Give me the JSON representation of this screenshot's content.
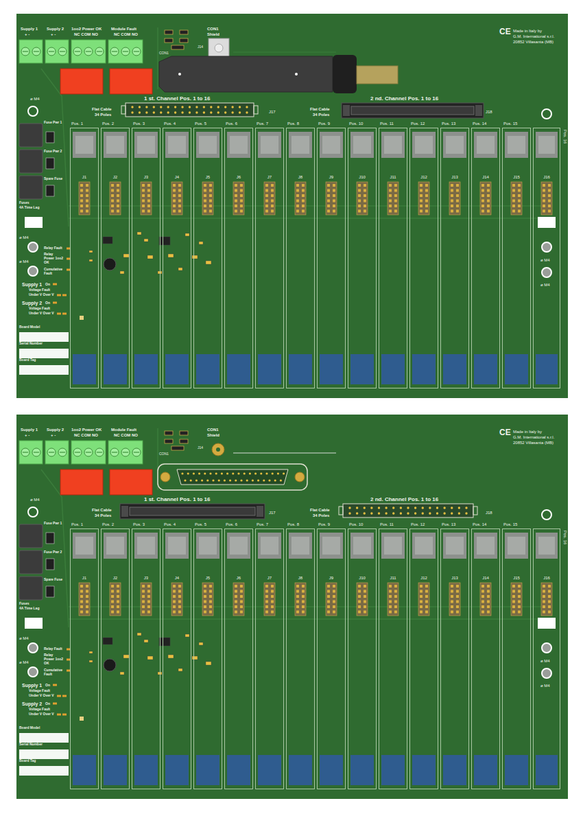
{
  "diagram": {
    "nodes": [
      {
        "text": [
          "Pos. 1",
          "J1"
        ]
      },
      {
        "text": [
          "Pos. 2",
          "J2"
        ]
      },
      {
        "text": [
          "Pos. 3",
          "J3"
        ]
      },
      {
        "text": [
          "Pos. 4",
          "J4"
        ]
      },
      {
        "text": [
          "Pos. 5",
          "J5"
        ]
      },
      {
        "text": [
          "Pos. 6",
          "J6"
        ]
      },
      {
        "text": [
          "Pos. 7",
          "J7"
        ]
      },
      {
        "text": [
          "Pos. 8",
          "J8"
        ]
      },
      {
        "text": [
          "Pos. 9",
          "J9"
        ]
      },
      {
        "text": [
          "Pos. 10",
          "J10"
        ]
      },
      {
        "text": [
          "Pos. 11",
          "J11"
        ]
      },
      {
        "text": [
          "Pos. 12",
          "J12"
        ]
      },
      {
        "text": [
          "Pos. 13",
          "J13"
        ]
      },
      {
        "text": [
          "Pos. 14",
          "J14"
        ]
      },
      {
        "text": [
          "Pos. 15",
          "J15"
        ]
      },
      {
        "text": [
          "Pos. 16",
          "J16"
        ]
      },
      {
        "text": [
          "Pos. 1",
          "J1"
        ]
      },
      {
        "text": [
          "Pos. 2",
          "J2"
        ]
      },
      {
        "text": [
          "Pos. 3",
          "J3"
        ]
      },
      {
        "text": [
          "Pos. 4",
          "J4"
        ]
      },
      {
        "text": [
          "Pos. 5",
          "J5"
        ]
      },
      {
        "text": [
          "Pos. 6",
          "J6"
        ]
      },
      {
        "text": [
          "Pos. 7",
          "J7"
        ]
      },
      {
        "text": [
          "Pos. 8",
          "J8"
        ]
      },
      {
        "text": [
          "Pos. 9",
          "J9"
        ]
      },
      {
        "text": [
          "Pos. 10",
          "J10"
        ]
      },
      {
        "text": [
          "Pos. 11",
          "J11"
        ]
      },
      {
        "text": [
          "Pos. 12",
          "J12"
        ]
      },
      {
        "text": [
          "Pos. 13",
          "J13"
        ]
      },
      {
        "text": [
          "Pos. 14",
          "J14"
        ]
      },
      {
        "text": [
          "Pos. 15",
          "J15"
        ]
      },
      {
        "text": [
          "Pos. 16",
          "J16"
        ]
      }
    ],
    "labels": [
      "Supply 1",
      "+ -",
      "Supply 2",
      "+ -",
      "1oo2 Power OK",
      "NC COM NO",
      "Module Fault",
      "NC COM NO",
      "CON1",
      "Shield",
      "J14",
      "CON1",
      "CE",
      "Made in Italy by",
      "G.M. International s.r.l.",
      "20852 Villasanta (MB)",
      "ø M4",
      "1 st. Channel Pos. 1 to 16",
      "2 nd. Channel Pos. 1 to 16",
      "Flat Cable",
      "34 Poles",
      "Flat Cable",
      "34 Poles",
      "J17",
      "J18",
      "Fuse Pwr 1",
      "Fuse Pwr 2",
      "Spare Fuse",
      "Fuses",
      "4A Time Lag",
      "ø M4",
      "Relay Fault",
      "Relay",
      "Power 1oo2",
      "OK",
      "ø M4",
      "Cumulative",
      "Fault",
      "Supply 1",
      "On",
      "Voltage Fault",
      "Under V Over V",
      "Supply 2",
      "On",
      "Voltage Fault",
      "Under V Over V",
      "Board Model",
      "Serial Number",
      "Board Tag",
      "ø M4",
      "ø M4",
      "Supply 1",
      "+ -",
      "Supply 2",
      "+ -",
      "1oo2 Power OK",
      "NC COM NO",
      "Module Fault",
      "NC COM NO",
      "CON1",
      "Shield",
      "J14",
      "CON1",
      "CE",
      "Made in Italy by",
      "G.M. International s.r.l.",
      "20852 Villasanta (MB)",
      "ø M4",
      "1 st. Channel Pos. 1 to 16",
      "2 nd. Channel Pos. 1 to 16",
      "Flat Cable",
      "34 Poles",
      "Flat Cable",
      "34 Poles",
      "J17",
      "J18",
      "Fuse Pwr 1",
      "Fuse Pwr 2",
      "Spare Fuse",
      "Fuses",
      "4A Time Lag",
      "ø M4",
      "Relay Fault",
      "Relay",
      "Power 1oo2",
      "OK",
      "ø M4",
      "Cumulative",
      "Fault",
      "Supply 1",
      "On",
      "Voltage Fault",
      "Under V Over V",
      "Supply 2",
      "On",
      "Voltage Fault",
      "Under V Over V",
      "Board Model",
      "Serial Number",
      "Board Tag",
      "ø M4",
      "ø M4"
    ]
  }
}
